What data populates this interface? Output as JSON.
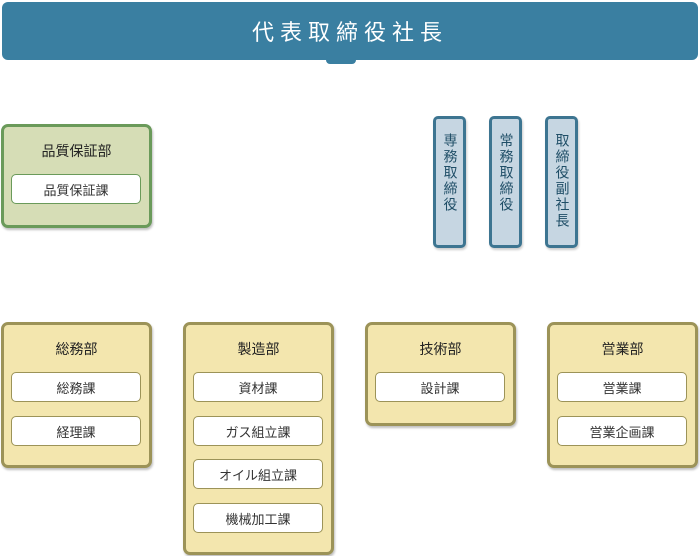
{
  "ceo": "代表取締役社長",
  "executives": [
    "専務取締役",
    "常務取締役",
    "取締役副社長"
  ],
  "quality": {
    "title": "品質保証部",
    "sections": [
      "品質保証課"
    ]
  },
  "departments": [
    {
      "title": "総務部",
      "sections": [
        "総務課",
        "経理課"
      ]
    },
    {
      "title": "製造部",
      "sections": [
        "資材課",
        "ガス組立課",
        "オイル組立課",
        "機械加工課"
      ]
    },
    {
      "title": "技術部",
      "sections": [
        "設計課"
      ]
    },
    {
      "title": "営業部",
      "sections": [
        "営業課",
        "営業企画課"
      ]
    }
  ],
  "colors": {
    "ceo": "#3a7fa1",
    "dept_fill": "#f3e6ae",
    "dept_border": "#9c9358",
    "quality_fill": "#d6ddb6",
    "quality_border": "#6a9a5a",
    "exec_fill": "#c6d6e2",
    "exec_border": "#3d7591"
  }
}
